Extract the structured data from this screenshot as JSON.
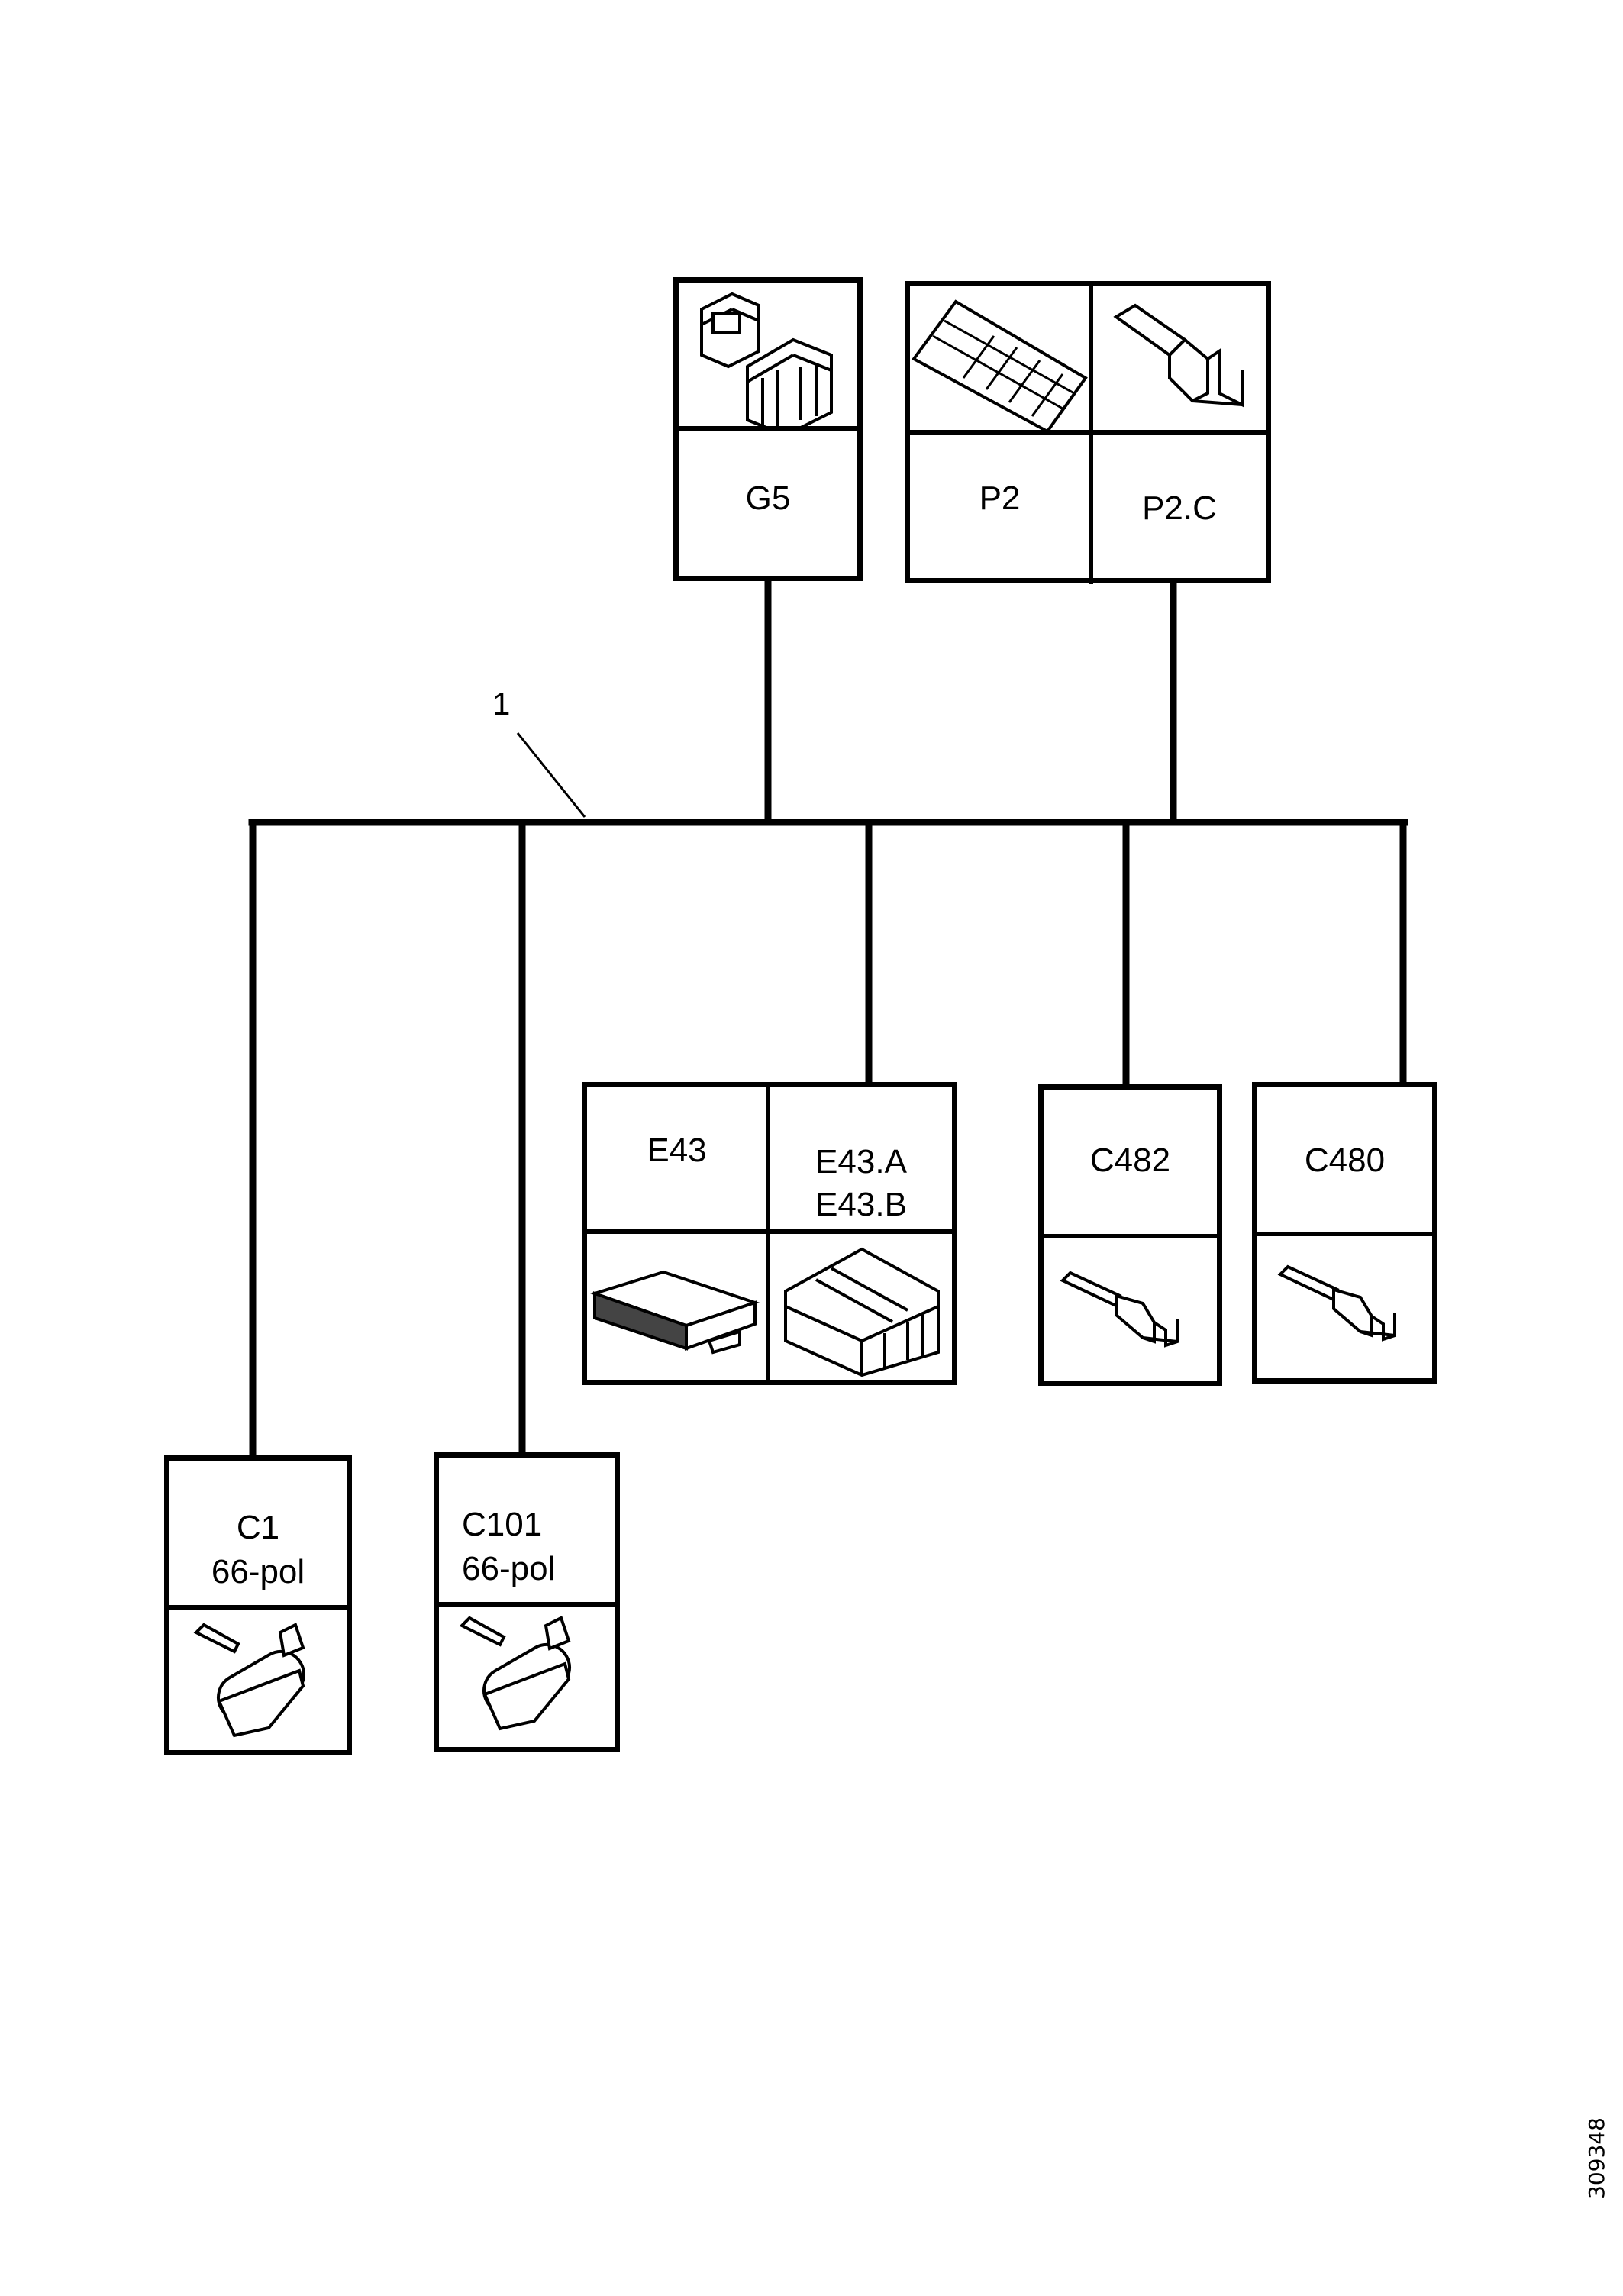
{
  "diagram": {
    "type": "wiring-harness-connector-tree",
    "callout": "1",
    "document_number": "309348",
    "components": [
      {
        "id": "G5",
        "lines": [
          "G5"
        ],
        "icon": "multi-connector-housing-icon",
        "position": "top"
      },
      {
        "id": "P2",
        "lines": [
          "P2"
        ],
        "icon": "multi-pin-connector-block-icon",
        "position": "top"
      },
      {
        "id": "P2.C",
        "lines": [
          "P2.C"
        ],
        "icon": "crimp-terminal-icon",
        "position": "top"
      },
      {
        "id": "E43",
        "lines": [
          "E43"
        ],
        "icon": "control-unit-icon",
        "position": "middle"
      },
      {
        "id": "E43.AB",
        "lines": [
          "E43.A",
          "E43.B"
        ],
        "icon": "connector-housing-icon",
        "position": "middle"
      },
      {
        "id": "C482",
        "lines": [
          "C482"
        ],
        "icon": "crimp-terminal-icon",
        "position": "middle"
      },
      {
        "id": "C480",
        "lines": [
          "C480"
        ],
        "icon": "crimp-terminal-icon",
        "position": "middle"
      },
      {
        "id": "C1",
        "lines": [
          "C1",
          "66-pol"
        ],
        "icon": "round-connector-66-pin-icon",
        "position": "bottom"
      },
      {
        "id": "C101",
        "lines": [
          "C101",
          "66-pol"
        ],
        "icon": "round-connector-66-pin-icon",
        "position": "bottom"
      }
    ],
    "connections": [
      {
        "from": "harness-1",
        "to": "G5"
      },
      {
        "from": "harness-1",
        "to": "P2.C"
      },
      {
        "from": "harness-1",
        "to": "C1"
      },
      {
        "from": "harness-1",
        "to": "C101"
      },
      {
        "from": "harness-1",
        "to": "E43.AB"
      },
      {
        "from": "harness-1",
        "to": "C482"
      },
      {
        "from": "harness-1",
        "to": "C480"
      }
    ]
  }
}
